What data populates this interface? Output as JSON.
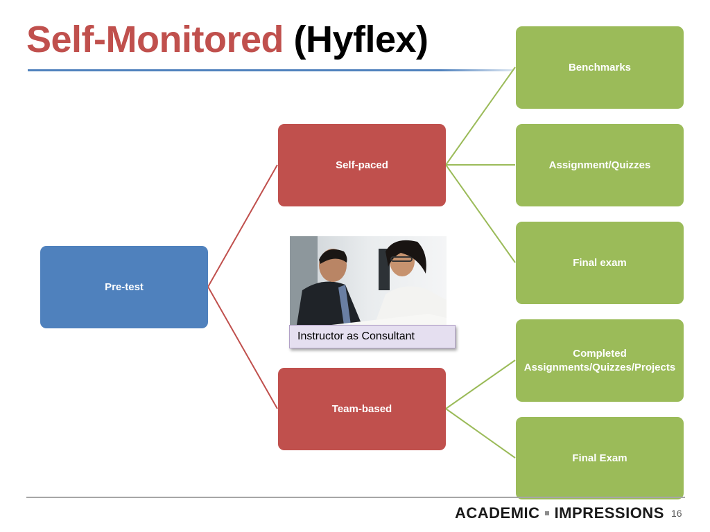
{
  "title": {
    "part1": "Self-Monitored",
    "part2": "(Hyflex)"
  },
  "nodes": {
    "root": "Pre-test",
    "self_paced": "Self-paced",
    "team_based": "Team-based",
    "benchmarks": "Benchmarks",
    "assignment_quizzes": "Assignment/Quizzes",
    "final_exam_lower": "Final exam",
    "completed": "Completed Assignments/Quizzes/Projects",
    "final_exam_upper": "Final Exam"
  },
  "photo_caption": "Instructor as Consultant",
  "footer": {
    "logo_left": "ACADEMIC",
    "logo_right": "IMPRESSIONS",
    "page_number": "16"
  },
  "colors": {
    "title_accent": "#c0504d",
    "blue_node": "#4f81bd",
    "red_node": "#c0504d",
    "green_node": "#9bbb59",
    "red_connector": "#c0504d",
    "green_connector": "#9bbb59"
  }
}
